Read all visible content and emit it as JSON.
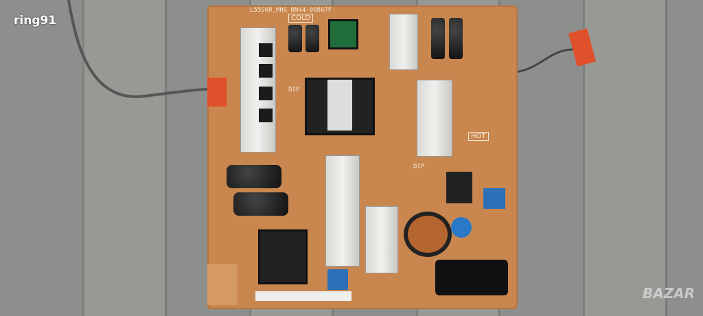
{
  "watermark": "ring91",
  "logo": "BAZAR",
  "board": {
    "model_label": "L55S6R_MHS BN44-00807F",
    "cold_label": "COLD",
    "hot_label": "HOT",
    "dip_label": "DIP"
  },
  "colors": {
    "board": "#c9874f",
    "background": "#8d8f8c",
    "connector": "#e0502a"
  }
}
